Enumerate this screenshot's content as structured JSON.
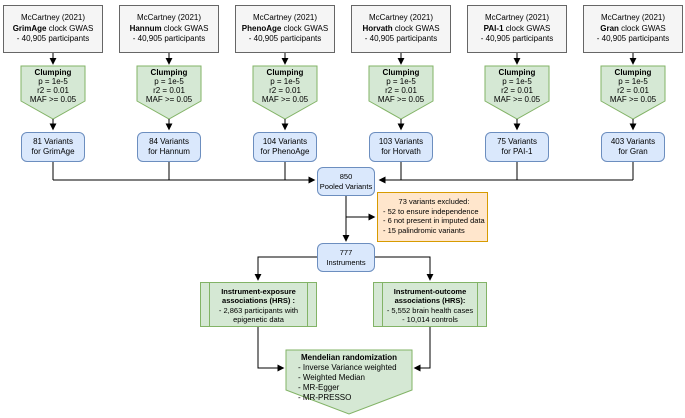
{
  "palette": {
    "gray_fill": "#f5f5f5",
    "gray_border": "#666666",
    "green_fill": "#d5e8d4",
    "green_border": "#82b366",
    "blue_fill": "#dae8fc",
    "blue_border": "#6c8ebf",
    "orange_fill": "#ffe6cc",
    "orange_border": "#d79b00",
    "arrow_color": "#000000"
  },
  "columns": [
    {
      "source_study": "McCartney (2021)",
      "clock": "GrimAge",
      "clock_suffix": " clock GWAS",
      "participants": "- 40,905 participants",
      "clump_title": "Clumping",
      "clump_lines": [
        "p = 1e-5",
        "r2 = 0.01",
        "MAF >= 0.05"
      ],
      "variants_line1": "81 Variants",
      "variants_line2": "for GrimAge"
    },
    {
      "source_study": "McCartney (2021)",
      "clock": "Hannum",
      "clock_suffix": " clock GWAS",
      "participants": "- 40,905 participants",
      "clump_title": "Clumping",
      "clump_lines": [
        "p = 1e-5",
        "r2 = 0.01",
        "MAF >= 0.05"
      ],
      "variants_line1": "84 Variants",
      "variants_line2": "for Hannum"
    },
    {
      "source_study": "McCartney (2021)",
      "clock": "PhenoAge",
      "clock_suffix": " clock GWAS",
      "participants": "- 40,905 participants",
      "clump_title": "Clumping",
      "clump_lines": [
        "p = 1e-5",
        "r2 = 0.01",
        "MAF >= 0.05"
      ],
      "variants_line1": "104 Variants",
      "variants_line2": "for PhenoAge"
    },
    {
      "source_study": "McCartney (2021)",
      "clock": "Horvath",
      "clock_suffix": " clock GWAS",
      "participants": "- 40,905 participants",
      "clump_title": "Clumping",
      "clump_lines": [
        "p = 1e-5",
        "r2 = 0.01",
        "MAF >= 0.05"
      ],
      "variants_line1": "103 Variants",
      "variants_line2": "for Horvath"
    },
    {
      "source_study": "McCartney (2021)",
      "clock": "PAI-1",
      "clock_suffix": " clock GWAS",
      "participants": "- 40,905 participants",
      "clump_title": "Clumping",
      "clump_lines": [
        "p = 1e-5",
        "r2 = 0.01",
        "MAF >= 0.05"
      ],
      "variants_line1": "75 Variants",
      "variants_line2": "for PAI-1"
    },
    {
      "source_study": "McCartney (2021)",
      "clock": "Gran",
      "clock_suffix": " clock GWAS",
      "participants": "- 40,905 participants",
      "clump_title": "Clumping",
      "clump_lines": [
        "p = 1e-5",
        "r2 = 0.01",
        "MAF >= 0.05"
      ],
      "variants_line1": "403 Variants",
      "variants_line2": "for Gran"
    }
  ],
  "pooled": {
    "count": "850",
    "label": "Pooled Variants"
  },
  "excluded": {
    "title": "73 variants excluded:",
    "items": [
      "- 52 to ensure independence",
      "- 6 not present in imputed data",
      "- 15 palindromic variants"
    ]
  },
  "instruments": {
    "count": "777",
    "label": "Instruments"
  },
  "exposure": {
    "title_line1": "Instrument-exposure",
    "title_line2": "associations (HRS) :",
    "lines": [
      "- 2,863 participants with",
      "epigenetic data"
    ]
  },
  "outcome": {
    "title_line1": "Instrument-outcome",
    "title_line2": "associations (HRS):",
    "lines": [
      "- 5,552 brain health cases",
      "- 10,014 controls"
    ]
  },
  "mendelian_randomization": {
    "title": "Mendelian randomization",
    "items": [
      "- Inverse Variance weighted",
      "- Weighted Median",
      "- MR-Egger",
      "- MR-PRESSO"
    ]
  }
}
